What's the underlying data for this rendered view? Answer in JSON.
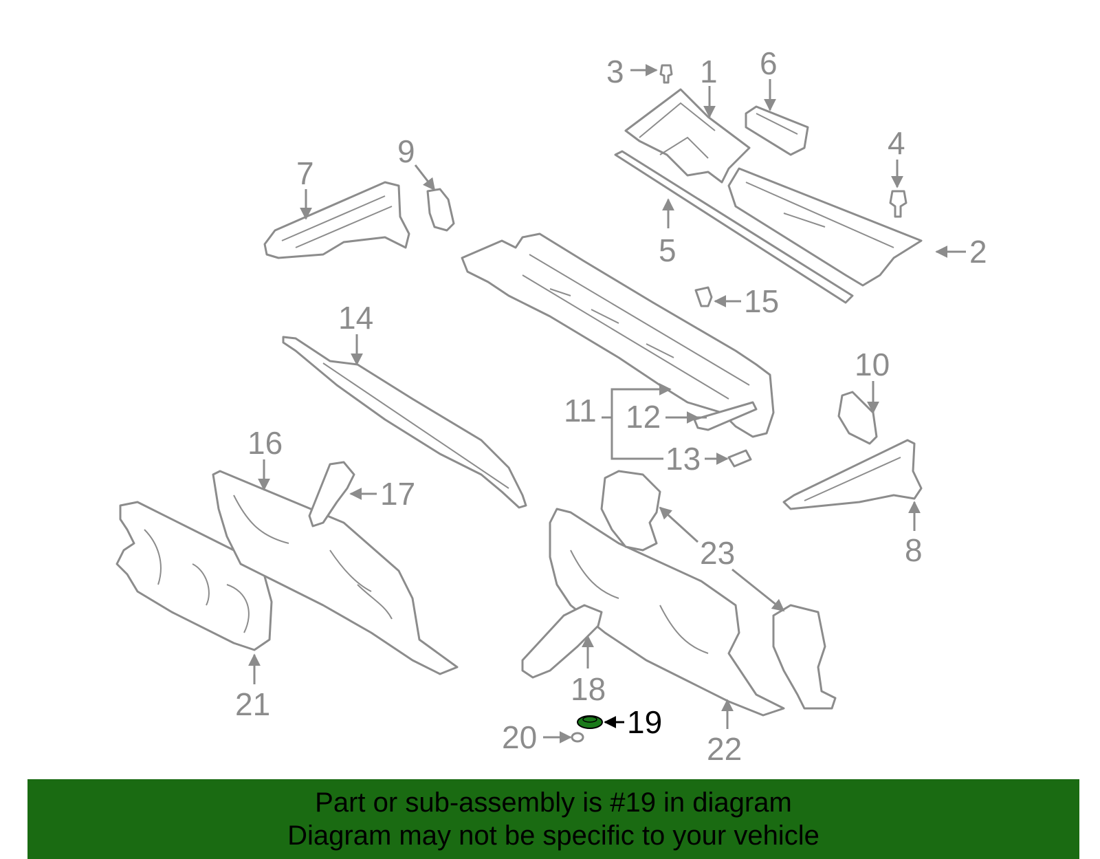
{
  "colors": {
    "line": "#8c8c8c",
    "highlight_part": "#1a7a1a",
    "highlight_label": "#000000",
    "banner_bg": "#1a6b12",
    "banner_text": "#000000"
  },
  "highlighted_callout": "19",
  "callouts": [
    "1",
    "2",
    "3",
    "4",
    "5",
    "6",
    "7",
    "8",
    "9",
    "10",
    "11",
    "12",
    "13",
    "14",
    "15",
    "16",
    "17",
    "18",
    "19",
    "20",
    "21",
    "22",
    "23"
  ],
  "banner": {
    "line1": "Part or sub-assembly is #19 in diagram",
    "line2": "Diagram may not be specific to your vehicle"
  }
}
